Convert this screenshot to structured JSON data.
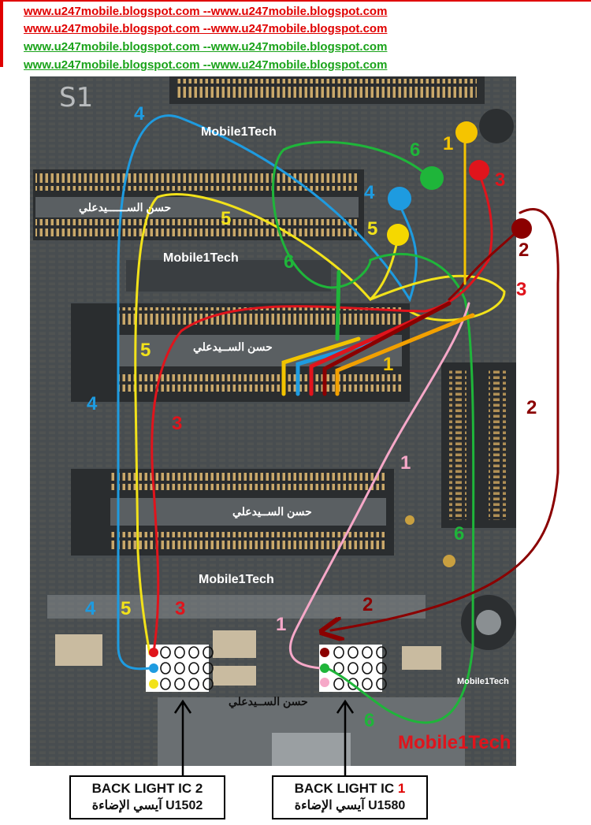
{
  "header_links": [
    {
      "text": "www.u247mobile.blogspot.com --www.u247mobile.blogspot.com",
      "color": "#e00000"
    },
    {
      "text": "www.u247mobile.blogspot.com --www.u247mobile.blogspot.com",
      "color": "#e00000"
    },
    {
      "text": "www.u247mobile.blogspot.com --www.u247mobile.blogspot.com",
      "color": "#1aa31a"
    },
    {
      "text": "www.u247mobile.blogspot.com --www.u247mobile.blogspot.com",
      "color": "#1aa31a"
    }
  ],
  "board": {
    "silk_text": "S1",
    "watermarks": [
      "Mobile1Tech",
      "Mobile1Tech",
      "Mobile1Tech",
      "Mobile1Tech"
    ],
    "watermark_red": "Mobile1Tech",
    "arabic_labels": [
      "حسن الســــــيدعلي",
      "حسن الســيدعلي",
      "حسن الســيدعلي",
      "حسن الســيدعلي"
    ]
  },
  "wire_numbers": {
    "n1": "1",
    "n2": "2",
    "n3": "3",
    "n4": "4",
    "n5": "5",
    "n6": "6"
  },
  "colors": {
    "line1": "#f6a8c8",
    "line1_dot": "#f5c400",
    "line2": "#8b0000",
    "line3": "#e0141c",
    "line4": "#1e9be0",
    "line5": "#f2e21a",
    "line5_dot": "#f5d800",
    "line6": "#1fb53a",
    "board": "#4a4f52"
  },
  "ic_boxes": {
    "left": {
      "line1_pre": "BACK LIGHT IC ",
      "line1_num": "2",
      "line2": "آيسي الإضاءة U1502"
    },
    "right": {
      "line1_pre": "BACK LIGHT IC ",
      "line1_num": "1",
      "line2": "آيسي الإضاءة U1580"
    }
  }
}
